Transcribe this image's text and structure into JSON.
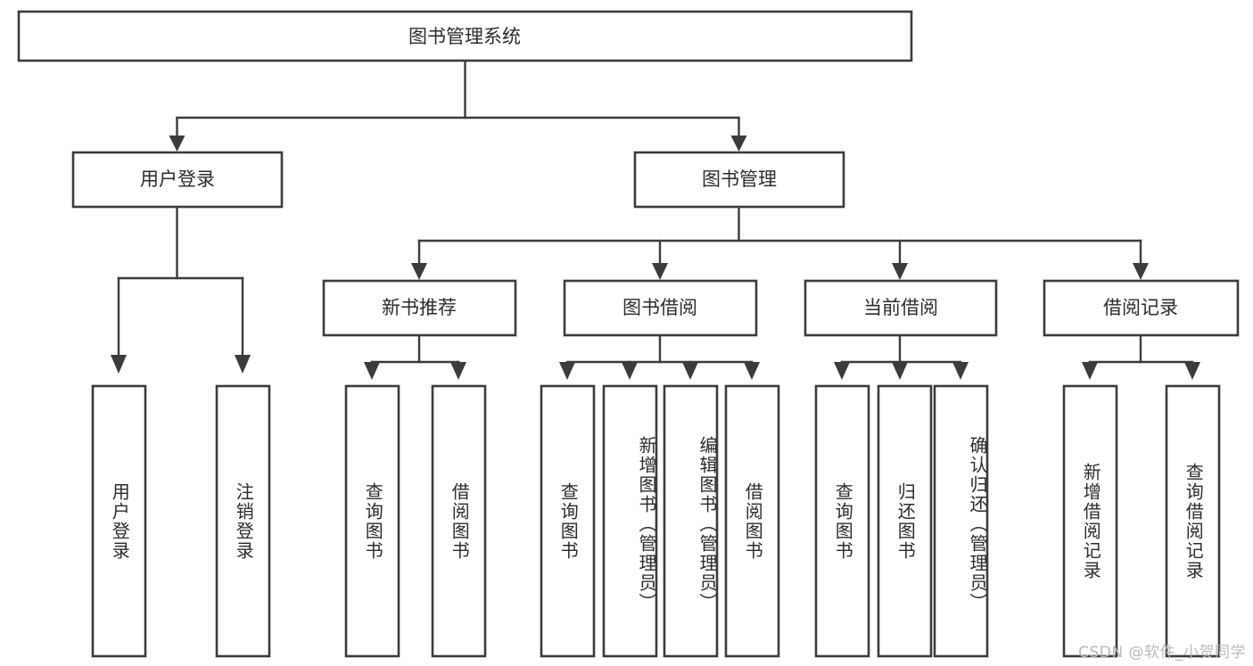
{
  "diagram": {
    "title": "图书管理系统",
    "type": "tree-hierarchy-diagram",
    "root": {
      "label": "图书管理系统"
    },
    "level2": [
      {
        "label": "用户登录"
      },
      {
        "label": "图书管理"
      }
    ],
    "level3": [
      {
        "label": "新书推荐"
      },
      {
        "label": "图书借阅"
      },
      {
        "label": "当前借阅"
      },
      {
        "label": "借阅记录"
      }
    ],
    "leaves": {
      "user_login": [
        {
          "label": "用户登录"
        },
        {
          "label": "注销登录"
        }
      ],
      "new_book_recommend": [
        {
          "label": "查询图书"
        },
        {
          "label": "借阅图书"
        }
      ],
      "book_borrow": [
        {
          "label": "查询图书"
        },
        {
          "label": "新增图书（管理员）"
        },
        {
          "label": "编辑图书（管理员）"
        },
        {
          "label": "借阅图书"
        }
      ],
      "current_borrow": [
        {
          "label": "查询图书"
        },
        {
          "label": "归还图书"
        },
        {
          "label": "确认归还（管理员）"
        }
      ],
      "borrow_record": [
        {
          "label": "新增借阅记录"
        },
        {
          "label": "查询借阅记录"
        }
      ]
    }
  },
  "watermark": {
    "text": "CSDN @软件_小贺同学"
  },
  "colors": {
    "box_stroke": "#3b3b3b",
    "box_fill": "#ffffff",
    "text": "#2b2b2b",
    "watermark": "#b9b9b9",
    "background": "#ffffff"
  }
}
